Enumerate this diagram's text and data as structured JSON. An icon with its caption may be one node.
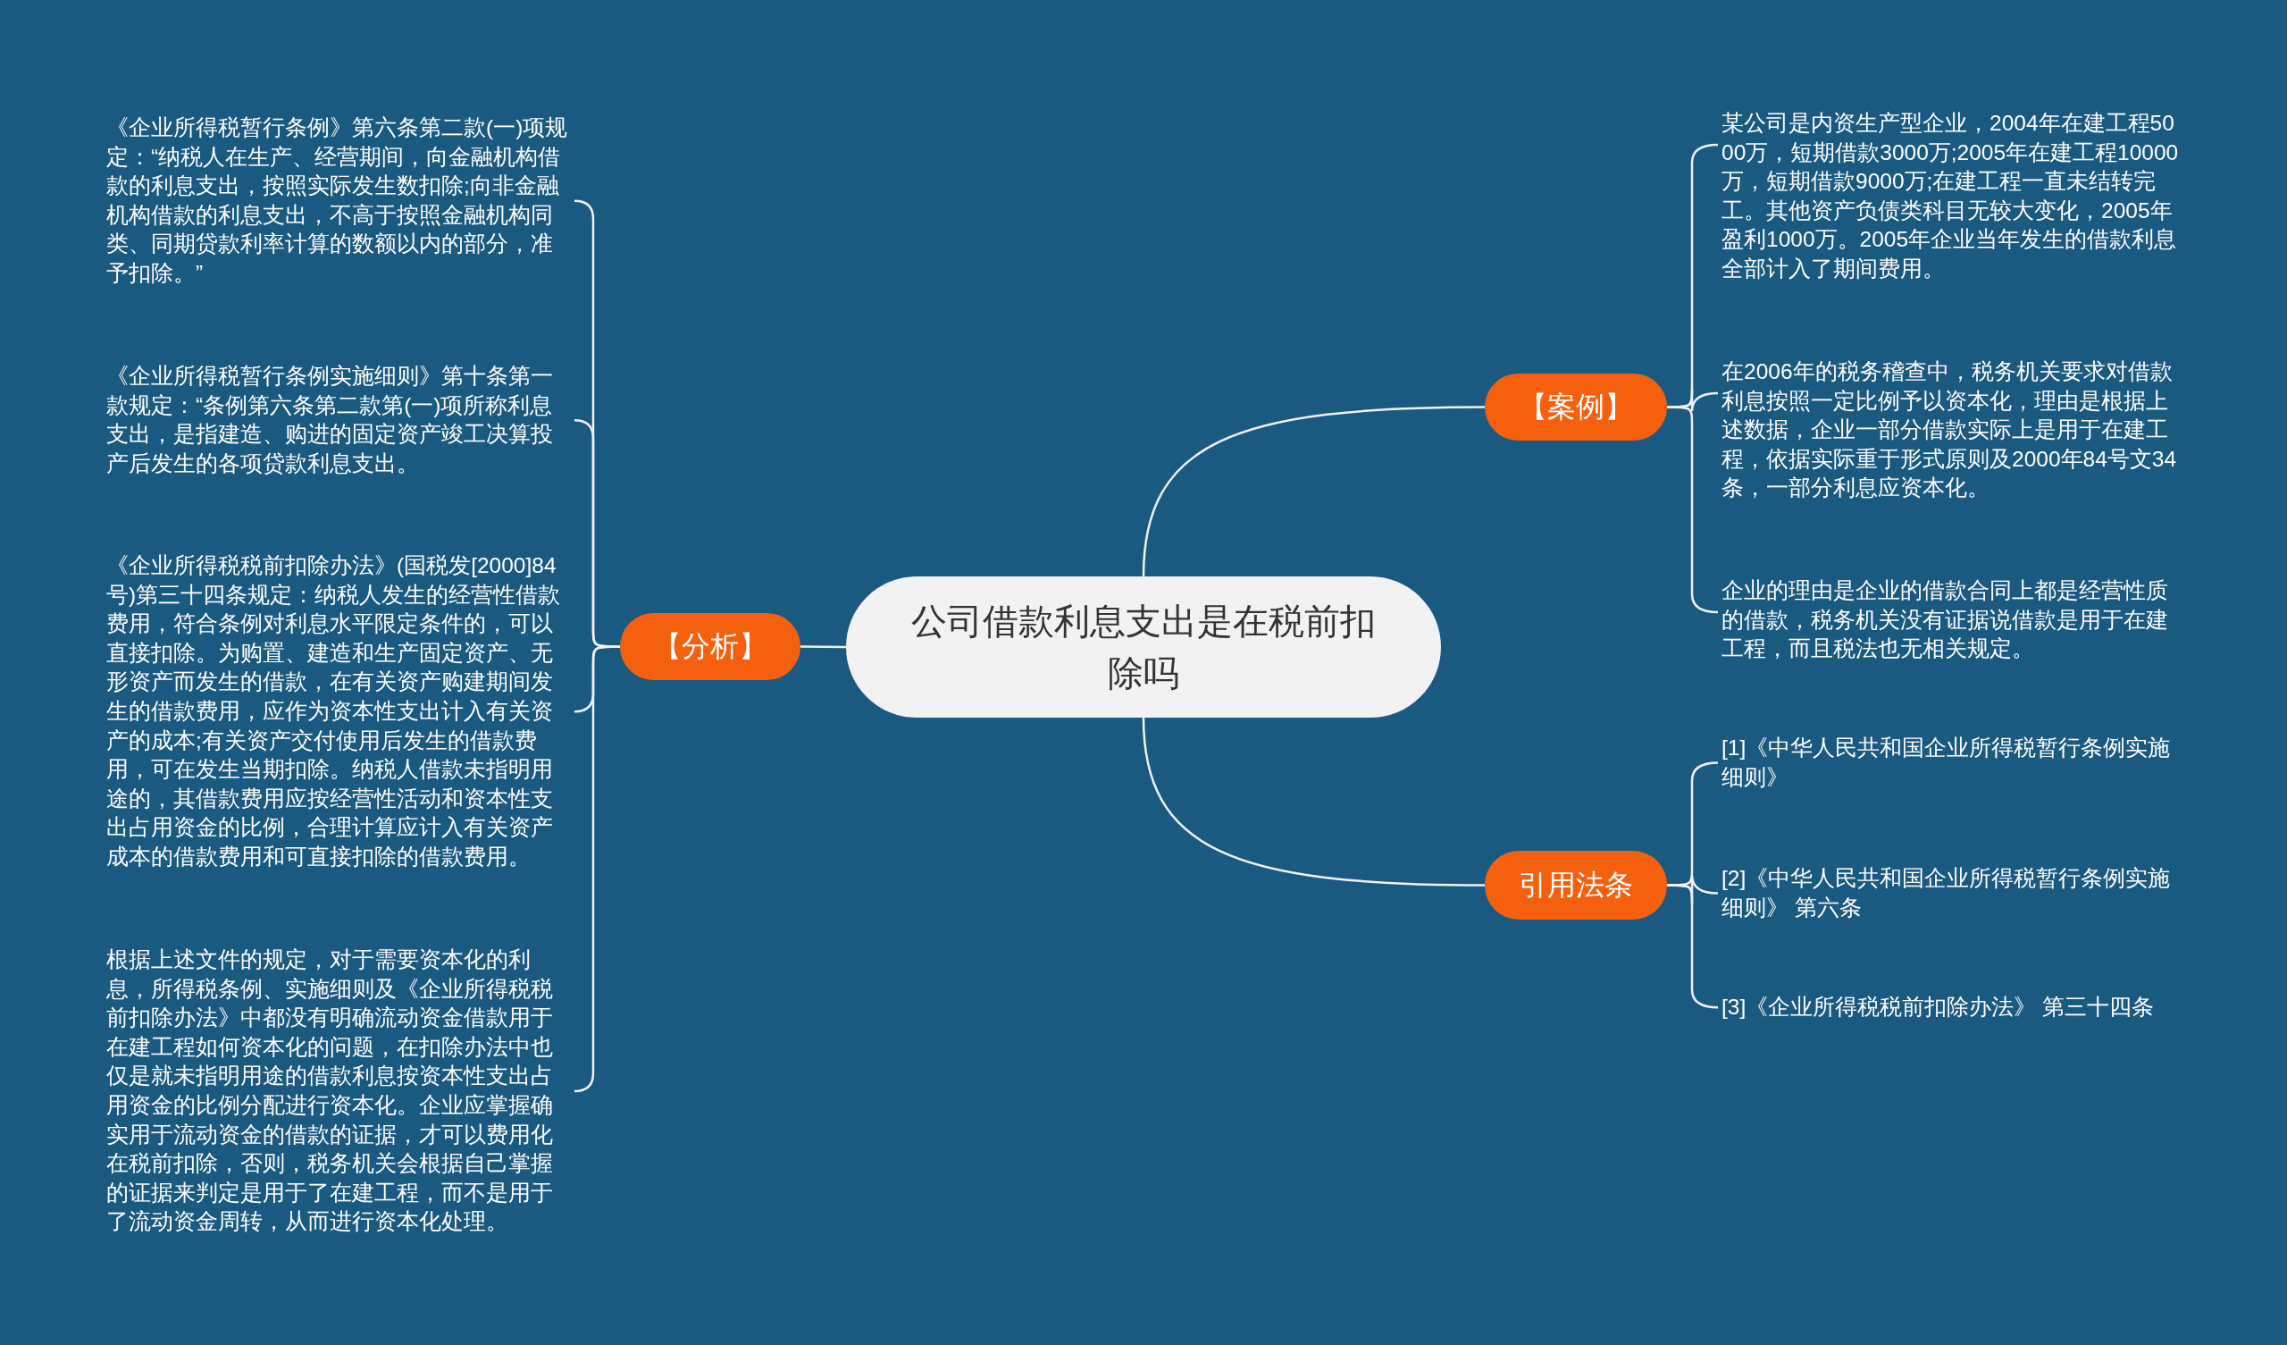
{
  "diagram": {
    "nodes": [
      {
        "text": [
          "公司借款利息支出是在税前扣除吗"
        ]
      },
      {
        "text": [
          "【案例】"
        ]
      },
      {
        "text": [
          "某公司是内资生产型企业，2004年在建工程5000万，短期借款3000万;2005年在建工程10000万，短期借款9000万;在建工程一直未结转完工。其他资产负债类科目无较大变化，2005年盈利1000万。2005年企业当年发生的借款利息全部计入了期间费用。"
        ]
      },
      {
        "text": [
          "在2006年的税务稽查中，税务机关要求对借款利息按照一定比例予以资本化，理由是根据上述数据，企业一部分借款实际上是用于在建工程，依据实际重于形式原则及2000年84号文34条，一部分利息应资本化。"
        ]
      },
      {
        "text": [
          "企业的理由是企业的借款合同上都是经营性质的借款，税务机关没有证据说借款是用于在建工程，而且税法也无相关规定。"
        ]
      },
      {
        "text": [
          "引用法条"
        ]
      },
      {
        "text": [
          "[1]《中华人民共和国企业所得税暂行条例实施细则》"
        ]
      },
      {
        "text": [
          "[2]《中华人民共和国企业所得税暂行条例实施细则》 第六条"
        ]
      },
      {
        "text": [
          "[3]《企业所得税税前扣除办法》 第三十四条"
        ]
      },
      {
        "text": [
          "【分析】"
        ]
      },
      {
        "text": [
          "《企业所得税暂行条例》第六条第二款(一)项规定：“纳税人在生产、经营期间，向金融机构借款的利息支出，按照实际发生数扣除;向非金融机构借款的利息支出，不高于按照金融机构同类、同期贷款利率计算的数额以内的部分，准予扣除。”"
        ]
      },
      {
        "text": [
          "《企业所得税暂行条例实施细则》第十条第一款规定：“条例第六条第二款第(一)项所称利息支出，是指建造、购进的固定资产竣工决算投产后发生的各项贷款利息支出。"
        ]
      },
      {
        "text": [
          "《企业所得税税前扣除办法》(国税发[2000]84号)第三十四条规定：纳税人发生的经营性借款费用，符合条例对利息水平限定条件的，可以直接扣除。为购置、建造和生产固定资产、无形资产而发生的借款，在有关资产购建期间发生的借款费用，应作为资本性支出计入有关资产的成本;有关资产交付使用后发生的借款费用，可在发生当期扣除。纳税人借款未指明用途的，其借款费用应按经营性活动和资本性支出占用资金的比例，合理计算应计入有关资产成本的借款费用和可直接扣除的借款费用。"
        ]
      },
      {
        "text": [
          "根据上述文件的规定，对于需要资本化的利息，所得税条例、实施细则及《企业所得税税前扣除办法》中都没有明确流动资金借款用于在建工程如何资本化的问题，在扣除办法中也仅是就未指明用途的借款利息按资本性支出占用资金的比例分配进行资本化。企业应掌握确实用于流动资金的借款的证据，才可以费用化在税前扣除，否则，税务机关会根据自己掌握的证据来判定是用于了在建工程，而不是用于了流动资金周转，从而进行资本化处理。"
        ]
      }
    ],
    "edges": [
      {
        "from": 0,
        "to": 1,
        "arrow": "none"
      },
      {
        "from": 1,
        "to": 2,
        "arrow": "none"
      },
      {
        "from": 1,
        "to": 3,
        "arrow": "none"
      },
      {
        "from": 1,
        "to": 4,
        "arrow": "none"
      },
      {
        "from": 0,
        "to": 5,
        "arrow": "none"
      },
      {
        "from": 5,
        "to": 6,
        "arrow": "none"
      },
      {
        "from": 5,
        "to": 7,
        "arrow": "none"
      },
      {
        "from": 5,
        "to": 8,
        "arrow": "none"
      },
      {
        "from": 0,
        "to": 9,
        "arrow": "none"
      },
      {
        "from": 9,
        "to": 10,
        "arrow": "none"
      },
      {
        "from": 9,
        "to": 11,
        "arrow": "none"
      },
      {
        "from": 9,
        "to": 12,
        "arrow": "none"
      },
      {
        "from": 9,
        "to": 13,
        "arrow": "none"
      }
    ]
  }
}
